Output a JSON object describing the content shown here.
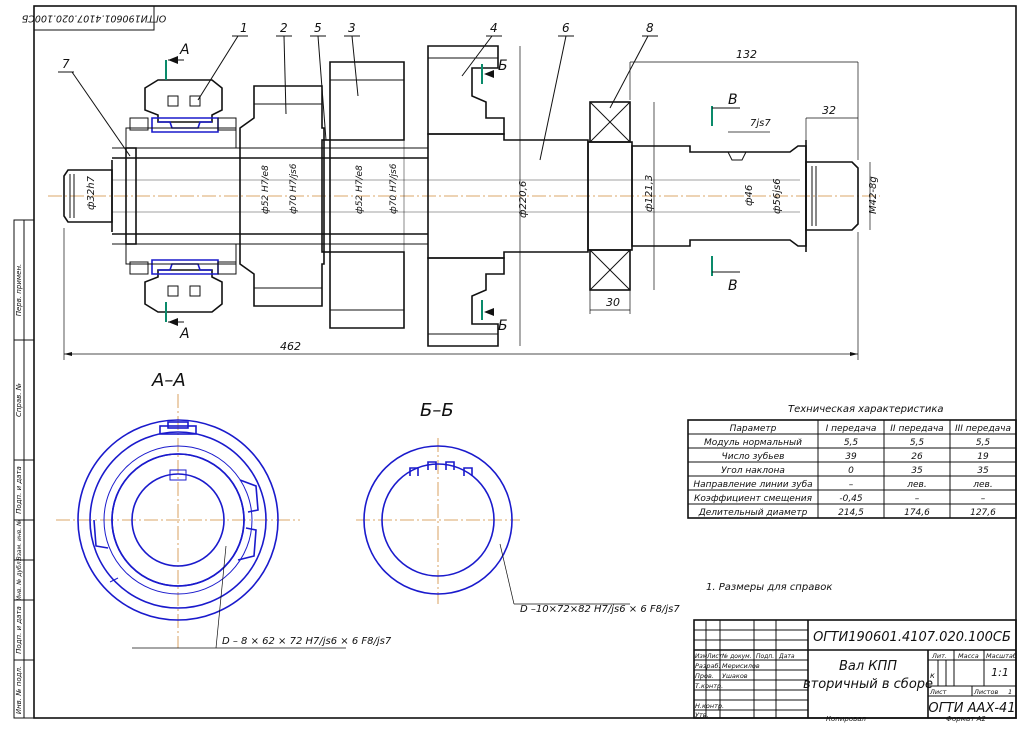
{
  "frame": {
    "rotated_stamp": "ОГТИ190601.4107.020.100СБ",
    "side_labels": [
      "Перв. примен.",
      "Справ. №",
      "Подп. и дата",
      "Взам. инв. №",
      "Инв. № дубл.",
      "Подп. и дата",
      "Инв. № подл."
    ]
  },
  "callouts": [
    "1",
    "2",
    "5",
    "3",
    "4",
    "6",
    "8",
    "7"
  ],
  "section_marks": {
    "a_top": "А",
    "a_bottom": "А",
    "b_top": "Б",
    "b_bottom": "Б",
    "v_top": "В",
    "v_bottom": "В"
  },
  "dimensions": {
    "overall": "462",
    "d132": "132",
    "d32": "32",
    "d30": "30",
    "slot": "7js7",
    "d_left": "ф32h7",
    "d_52_1": "ф52 H7/e8",
    "d_70_1": "ф70 H7/js6",
    "d_52_2": "ф52 H7/e8",
    "d_70_2": "ф70 H7/js6",
    "d_220": "ф220,6",
    "d_121": "ф121,3",
    "d_46": "ф46",
    "d_56": "ф56js6",
    "thread": "M42-8g"
  },
  "sections": {
    "aa_title": "А–А",
    "bb_title": "Б–Б",
    "aa_spline": "D – 8 × 62 × 72 H7/js6 × 6 F8/js7",
    "bb_spline": "D –10×72×82 H7/js6 × 6 F8/js7"
  },
  "tech_table": {
    "caption": "Техническая характеристика",
    "headers": [
      "Параметр",
      "I передача",
      "II передача",
      "III передача"
    ],
    "rows": [
      [
        "Модуль нормальный",
        "5,5",
        "5,5",
        "5,5"
      ],
      [
        "Число зубьев",
        "39",
        "26",
        "19"
      ],
      [
        "Угол наклона",
        "0",
        "35",
        "35"
      ],
      [
        "Направление линии зуба",
        "–",
        "лев.",
        "лев."
      ],
      [
        "Коэффициент смещения",
        "-0,45",
        "–",
        "–"
      ],
      [
        "Делительный диаметр",
        "214,5",
        "174,6",
        "127,6"
      ]
    ]
  },
  "note": "1. Размеры для справок",
  "title_block": {
    "designation": "ОГТИ190601.4107.020.100СБ",
    "name_line1": "Вал КПП",
    "name_line2": "вторичный в сборе",
    "col_lit": "Лит.",
    "col_mass": "Масса",
    "col_scale": "Масштаб",
    "lit_value": "к",
    "scale_value": "1:1",
    "sheet_label": "Лист",
    "sheets_label": "Листов",
    "sheets_value": "1",
    "organization": "ОГТИ ААХ-41",
    "hdr_izm": "Изм",
    "hdr_list": "Лист",
    "hdr_doc": "№ докум.",
    "hdr_podp": "Подп.",
    "hdr_data": "Дата",
    "role_razrab": "Разраб.",
    "name_razrab": "Мерисилов",
    "role_prov": "Пров.",
    "name_prov": "Ушаков",
    "role_tkontr": "Т.контр.",
    "role_nkontr": "Н.контр.",
    "role_utv": "Утв.",
    "copied": "Копировал",
    "format": "Формат А2"
  }
}
